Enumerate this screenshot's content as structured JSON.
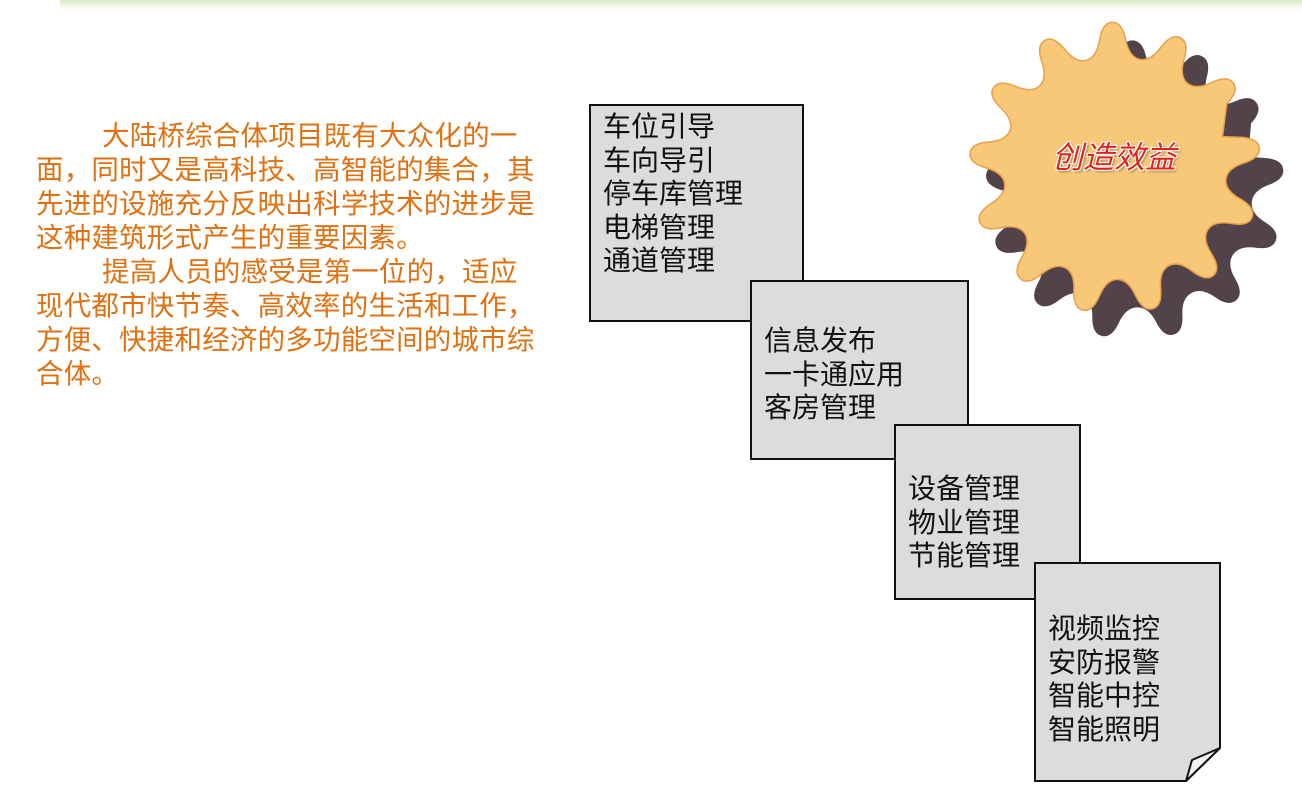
{
  "description": {
    "paragraphs": [
      "大陆桥综合体项目既有大众化的一面，同时又是高科技、高智能的集合，其先进的设施充分反映出科学技术的进步是这种建筑形式产生的重要因素。",
      "提高人员的感受是第一位的，适应现代都市快节奏、高效率的生活和工作，方便、快捷和经济的多功能空间的城市综合体。"
    ]
  },
  "notes": [
    {
      "lines": [
        "车位引导",
        "车向导引",
        "停车库管理",
        "电梯管理",
        "通道管理"
      ]
    },
    {
      "lines": [
        "信息发布",
        "一卡通应用",
        "客房管理"
      ]
    },
    {
      "lines": [
        "设备管理",
        "物业管理",
        "节能管理"
      ]
    },
    {
      "lines": [
        "视频监控",
        "安防报警",
        "智能中控",
        "智能照明"
      ]
    }
  ],
  "gear": {
    "label": "创造效益",
    "fill_color": "#f7c877",
    "shadow_color": "#52424a",
    "label_color": "#e0241c"
  },
  "text_color": "#e07010",
  "note_fill": "#dcdcdc"
}
